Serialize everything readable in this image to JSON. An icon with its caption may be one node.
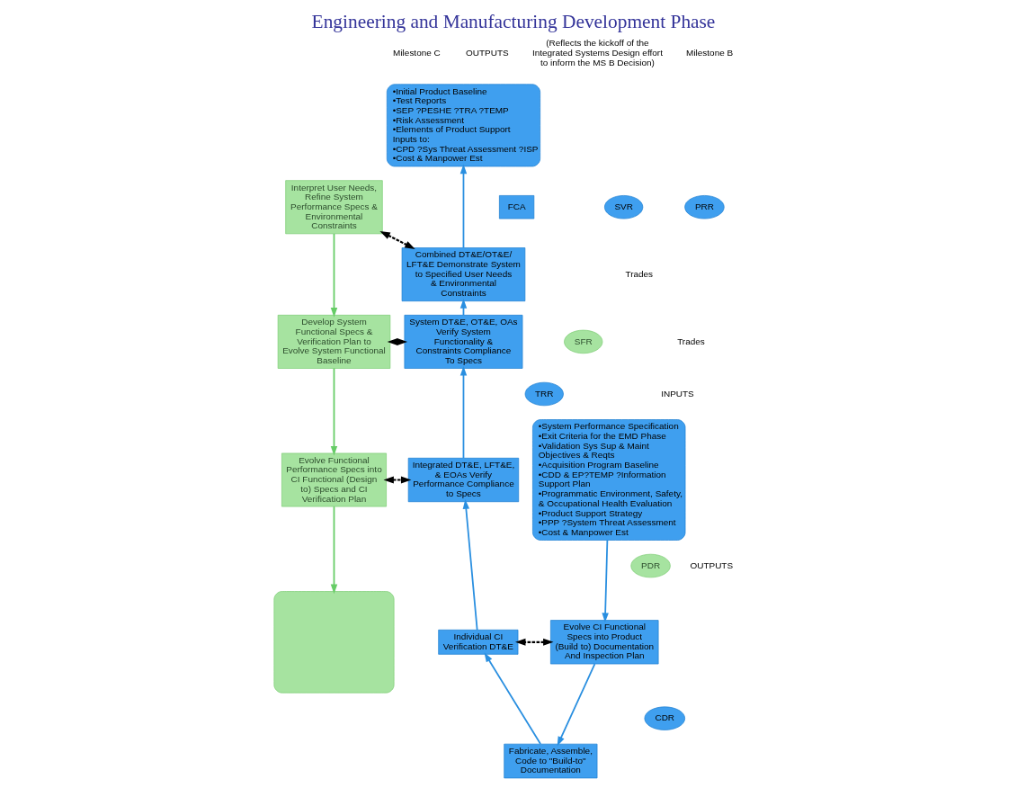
{
  "diagram": {
    "title": "Engineering and Manufacturing Development Phase",
    "nodes": [
      {
        "text": [
          "Interpret User Needs, Refine System Performance Specs & Environmental Constraints"
        ]
      },
      {
        "text": [
          "Develop System Functional Specs & Verification Plan to Evolve System Functional Baseline"
        ]
      },
      {
        "text": [
          "SFR"
        ]
      },
      {
        "text": [
          "Evolve Functional Performance Specs into CI Functional (Design to) Specs and CI Verification Plan"
        ]
      },
      {
        "text": [
          "PDR"
        ]
      },
      {
        "text": [],
        "shape": "box"
      },
      {
        "text": [
          "•System Performance Specification",
          "•Exit Criteria for the EMD Phase",
          "•Validation Sys Sup & Maint Objectives & Reqts",
          "•Acquisition Program Baseline",
          "•CDD & EP?TEMP ?Information Support Plan",
          "•Programmatic Environment, Safety, & Occupational Health Evaluation",
          "•Product Support Strategy",
          "•PPP ?System Threat Assessment",
          "•Cost & Manpower Est"
        ]
      },
      {
        "text": [
          "•Initial Product Baseline",
          "•Test Reports",
          "•SEP ?PESHE ?TRA ?TEMP",
          "•Risk Assessment",
          "•Elements of Product Support",
          "Inputs to:",
          "•CPD ?Sys Threat Assessment ?ISP",
          "•Cost & Manpower Est"
        ]
      },
      {
        "text": [
          "FCA"
        ]
      },
      {
        "text": [
          "SVR"
        ]
      },
      {
        "text": [
          "PRR"
        ]
      },
      {
        "text": [
          "Combined DT&E/OT&E/ LFT&E Demonstrate System to Specified User Needs & Environmental Constraints"
        ]
      },
      {
        "text": [
          "System DT&E, OT&E, OAs Verify System Functionality & Constraints Compliance To Specs"
        ]
      },
      {
        "text": [
          "TRR"
        ]
      },
      {
        "text": [
          "Integrated DT&E, LFT&E, & EOAs Verify Performance Compliance to Specs"
        ]
      },
      {
        "text": [
          "Evolve CI Functional Specs into Product (Build to) Documentation And Inspection Plan"
        ]
      },
      {
        "text": [
          "Individual CI Verification DT&E"
        ]
      },
      {
        "text": [
          "CDR"
        ]
      },
      {
        "text": [
          "Fabricate, Assemble, Code to \"Build-to\" Documentation"
        ]
      }
    ],
    "edges": [
      {
        "from": 0,
        "to": 1,
        "arrow": "to",
        "color": "#66cc66"
      },
      {
        "from": 1,
        "to": 3,
        "arrow": "to",
        "color": "#66cc66"
      },
      {
        "from": 3,
        "to": 5,
        "arrow": "to",
        "color": "#66cc66"
      },
      {
        "from": 0,
        "to": 11,
        "arrow": "both",
        "style": "dashed",
        "color": "#000000"
      },
      {
        "from": 1,
        "to": 12,
        "arrow": "both",
        "style": "dashed",
        "color": "#000000"
      },
      {
        "from": 3,
        "to": 14,
        "arrow": "both",
        "style": "dashed",
        "color": "#000000"
      },
      {
        "from": 6,
        "to": 15,
        "arrow": "to"
      },
      {
        "from": 15,
        "to": 18,
        "arrow": "to"
      },
      {
        "from": 18,
        "to": 16,
        "arrow": "to"
      },
      {
        "from": 16,
        "to": 14,
        "arrow": "to"
      },
      {
        "from": 14,
        "to": 12,
        "arrow": "to"
      },
      {
        "from": 12,
        "to": 11,
        "arrow": "to"
      },
      {
        "from": 11,
        "to": 7,
        "arrow": "to"
      },
      {
        "from": 15,
        "to": 16,
        "arrow": "both",
        "style": "dashed",
        "color": "#000000"
      }
    ],
    "labels": [
      "Milestone C",
      "OUTPUTS",
      "(Reflects the kickoff of the Integrated Systems Design effort to inform the MS B Decision)",
      "Milestone B",
      "Trades",
      "Trades",
      "INPUTS",
      "OUTPUTS"
    ]
  }
}
